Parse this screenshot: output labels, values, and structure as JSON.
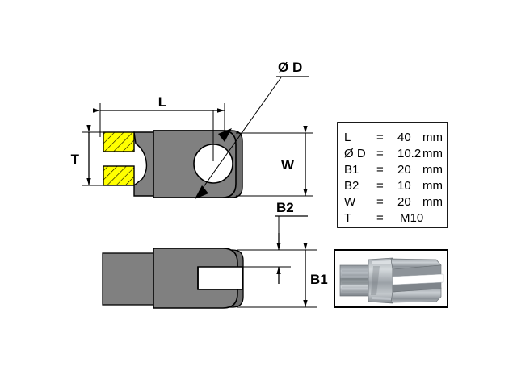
{
  "drawing": {
    "title": "Clevis fork end technical drawing",
    "colors": {
      "background": "#ffffff",
      "body_gray": "#808080",
      "body_gray_dark": "#666666",
      "thread_yellow": "#ffff00",
      "line_black": "#000000",
      "hole_white": "#ffffff"
    },
    "dimension_labels": {
      "length": "L",
      "diameter": "Ø D",
      "thread": "T",
      "width": "W",
      "slot_width": "B1",
      "leg_thickness": "B2"
    }
  },
  "spec_table": {
    "rows": [
      {
        "symbol": "L",
        "equals": "=",
        "value": "40",
        "unit": "mm"
      },
      {
        "symbol": "Ø D",
        "equals": "=",
        "value": "10.2",
        "unit": "mm"
      },
      {
        "symbol": "B1",
        "equals": "=",
        "value": "20",
        "unit": "mm"
      },
      {
        "symbol": "B2",
        "equals": "=",
        "value": "10",
        "unit": "mm"
      },
      {
        "symbol": "W",
        "equals": "=",
        "value": "20",
        "unit": "mm"
      },
      {
        "symbol": "T",
        "equals": "=",
        "value": "M10",
        "unit": ""
      }
    ]
  },
  "photo": {
    "caption": "clevis-fork-end-photo",
    "alt": "Galvanized steel clevis fork end with threaded shank"
  }
}
